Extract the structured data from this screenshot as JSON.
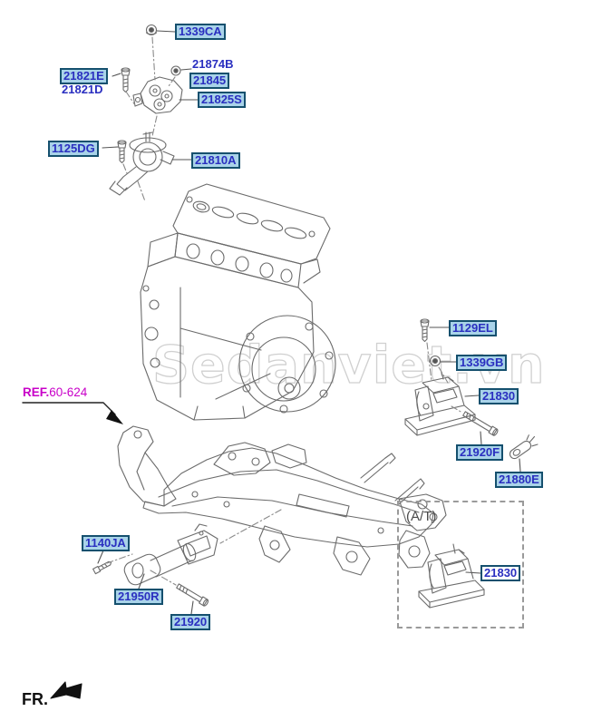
{
  "watermark": "Sedanviet.vn",
  "fr_indicator": {
    "label": "FR."
  },
  "ref_link": {
    "prefix": "REF.",
    "number": "60-624"
  },
  "at_section": {
    "label": "(A/T)"
  },
  "part_labels": {
    "p1339CA": "1339CA",
    "p21821E": "21821E",
    "p21821D": "21821D",
    "p21874B": "21874B",
    "p21845": "21845",
    "p21825S": "21825S",
    "p1125DG": "1125DG",
    "p21810A": "21810A",
    "p1129EL": "1129EL",
    "p1339GB": "1339GB",
    "p21830": "21830",
    "p21920F": "21920F",
    "p21880E": "21880E",
    "p1140JA": "1140JA",
    "p21950R": "21950R",
    "p21920": "21920",
    "p21830_at": "21830"
  },
  "colors": {
    "label_text": "#2a2fc0",
    "label_box_border": "#15506e",
    "label_box_bg": "#a9d3e9",
    "ref_link": "#c800c8",
    "line_art": "#6b6b6b",
    "watermark": "#d0d0d0"
  }
}
